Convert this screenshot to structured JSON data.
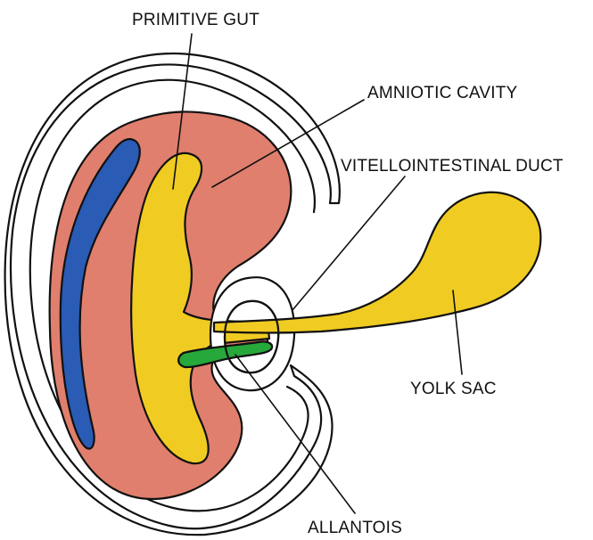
{
  "labels": {
    "primitive_gut": "PRIMITIVE GUT",
    "amniotic_cavity": "AMNIOTIC CAVITY",
    "vitellointestinal_duct": "VITELLOINTESTINAL DUCT",
    "yolk_sac": "YOLK SAC",
    "allantois": "ALLANTOIS"
  },
  "colors": {
    "embryo": "#e07f6d",
    "gut": "#f0cb22",
    "neural_tube": "#2a5bb5",
    "allantois": "#27a83a",
    "outline": "#111111",
    "membrane": "#ffffff"
  }
}
